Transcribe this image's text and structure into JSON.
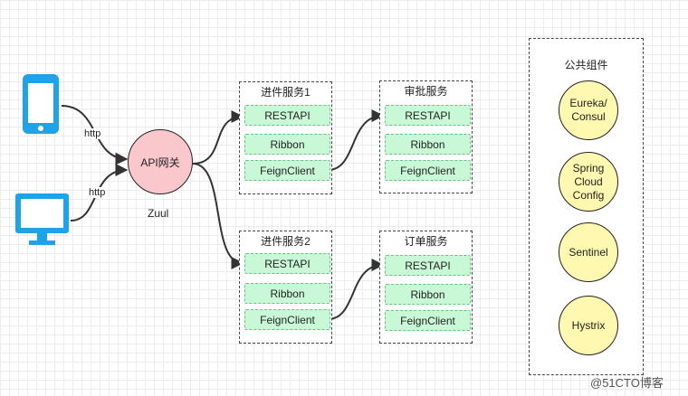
{
  "clients": {
    "phone_icon": "mobile-phone",
    "desktop_icon": "desktop-monitor",
    "phone_edge_label": "http",
    "desktop_edge_label": "http"
  },
  "gateway": {
    "label": "API网关",
    "caption": "Zuul",
    "fill": "#f9c7cc"
  },
  "services": [
    {
      "title": "进件服务1",
      "components": [
        "RESTAPI",
        "Ribbon",
        "FeignClient"
      ]
    },
    {
      "title": "审批服务",
      "components": [
        "RESTAPI",
        "Ribbon",
        "FeignClient"
      ]
    },
    {
      "title": "进件服务2",
      "components": [
        "RESTAPI",
        "Ribbon",
        "FeignClient"
      ]
    },
    {
      "title": "订单服务",
      "components": [
        "RESTAPI",
        "Ribbon",
        "FeignClient"
      ]
    }
  ],
  "common": {
    "title": "公共组件",
    "items": [
      "Eureka/\nConsul",
      "Spring\nCloud\nConfig",
      "Sentinel",
      "Hystrix"
    ]
  },
  "watermark": "@51CTO博客",
  "colors": {
    "icon_blue": "#1fa3e6",
    "component_green": "#c9f8d6",
    "component_border": "#6fbf86",
    "circle_yellow": "#fff8b0"
  }
}
